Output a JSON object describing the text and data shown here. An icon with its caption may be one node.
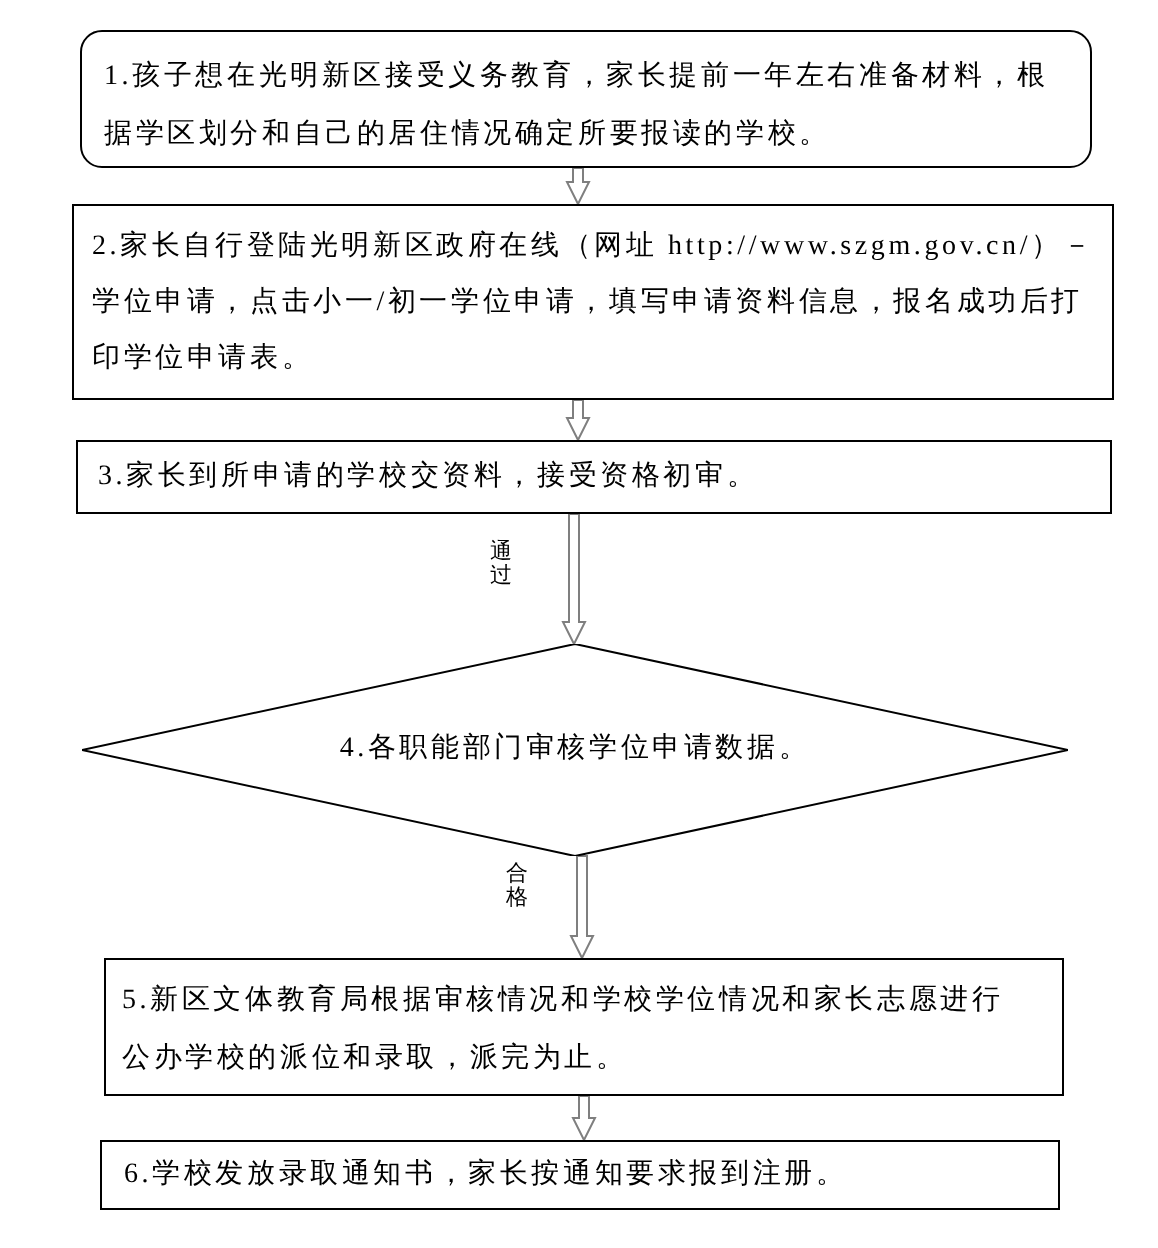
{
  "diagram": {
    "nodes": [
      {
        "text": [
          "1.孩子想在光明新区接受义务教育，家长提前一年左右准备材料，根据学区划分和自己的居住情况确定所要报读的学校。"
        ]
      },
      {
        "text": [
          "2.家长自行登陆光明新区政府在线（网址 http://www.szgm.gov.cn/）－学位申请，点击小一/初一学位申请，填写申请资料信息，报名成功后打印学位申请表。"
        ]
      },
      {
        "text": [
          "3.家长到所申请的学校交资料，接受资格初审。"
        ]
      },
      {
        "text": [
          "4.各职能部门审核学位申请数据。"
        ]
      },
      {
        "text": [
          "5.新区文体教育局根据审核情况和学校学位情况和家长志愿进行公办学校的派位和录取，派完为止。"
        ]
      },
      {
        "text": [
          "6.学校发放录取通知书，家长按通知要求报到注册。"
        ]
      }
    ],
    "edges": [
      {
        "from": 0,
        "to": 1,
        "arrow": "to"
      },
      {
        "from": 1,
        "to": 2,
        "arrow": "to"
      },
      {
        "from": 2,
        "to": 3,
        "arrow": "to",
        "label": "通过"
      },
      {
        "from": 3,
        "to": 4,
        "arrow": "to",
        "label": "合格"
      },
      {
        "from": 4,
        "to": 5,
        "arrow": "to"
      }
    ]
  }
}
